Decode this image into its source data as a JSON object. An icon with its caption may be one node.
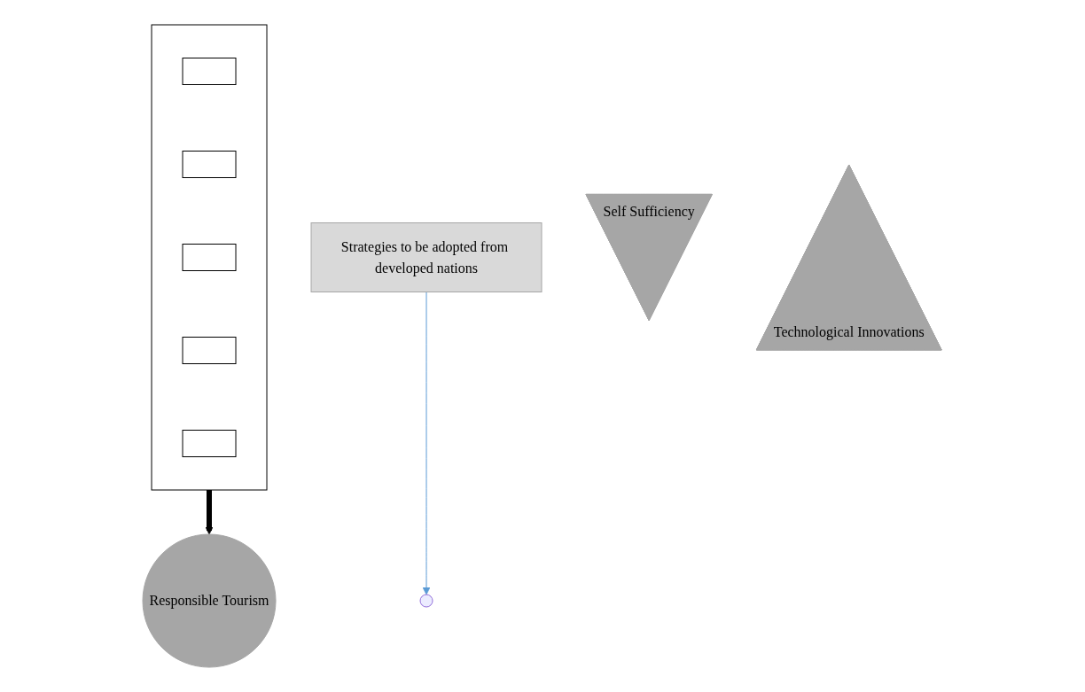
{
  "diagram": {
    "nodes": [
      {
        "text": [
          "Strategies to be adopted from developed nations"
        ]
      },
      {
        "text": [],
        "shape": "box"
      },
      {
        "text": [],
        "shape": "box",
        "in": 1
      },
      {
        "text": [],
        "shape": "box",
        "in": 1
      },
      {
        "text": [],
        "shape": "box",
        "in": 1
      },
      {
        "text": [],
        "shape": "box",
        "in": 1
      },
      {
        "text": [],
        "shape": "box",
        "in": 1
      },
      {
        "text": [
          "Self Sufficiency"
        ]
      },
      {
        "text": [
          "Responsible Tourism"
        ]
      },
      {
        "text": [
          "Technological Innovations"
        ]
      }
    ],
    "edges": [
      {
        "from": 0,
        "to": null,
        "arrow": "to",
        "color": "#5b9bd5"
      },
      {
        "from": 1,
        "to": 8,
        "arrow": "to",
        "style": "thick",
        "color": "#000000"
      }
    ]
  }
}
